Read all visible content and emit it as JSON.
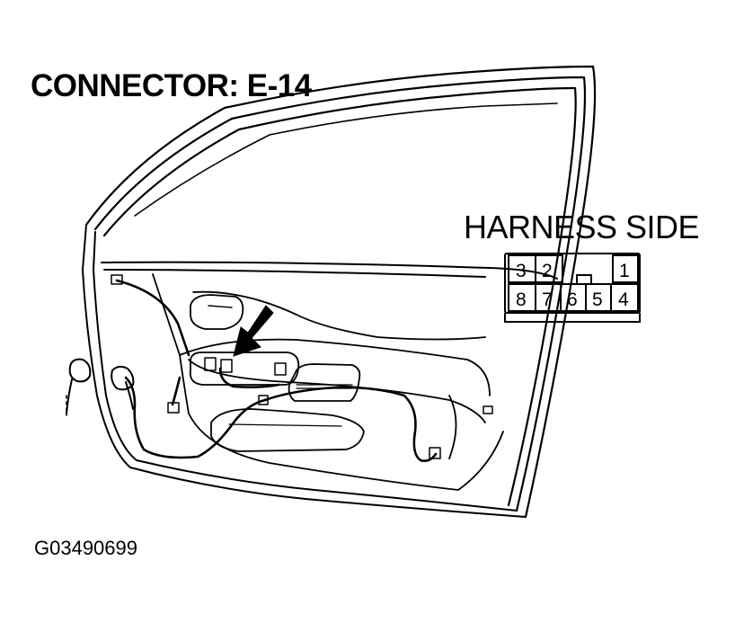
{
  "title": "CONNECTOR: E-14",
  "harness_label": "HARNESS SIDE",
  "figure_id": "G03490699",
  "connector": {
    "top_row": [
      "3",
      "2",
      "",
      "",
      "1"
    ],
    "bottom_row": [
      "8",
      "7",
      "6",
      "5",
      "4"
    ]
  },
  "colors": {
    "ink": "#000000",
    "paper": "#ffffff"
  }
}
